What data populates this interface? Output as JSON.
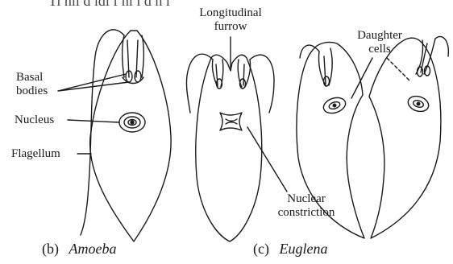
{
  "labels": {
    "basal_bodies": "Basal\nbodies",
    "nucleus": "Nucleus",
    "flagellum": "Flagellum",
    "longitudinal_furrow": "Longitudinal\nfurrow",
    "nuclear_constriction": "Nuclear\nconstriction",
    "daughter_cells": "Daughter\ncells"
  },
  "captions": {
    "b_letter": "(b)",
    "b_name": "Amoeba",
    "c_letter": "(c)",
    "c_name": "Euglena"
  },
  "clipped_top_text": "Ti     hii    d       idi  f  hi      i    d    h    l"
}
